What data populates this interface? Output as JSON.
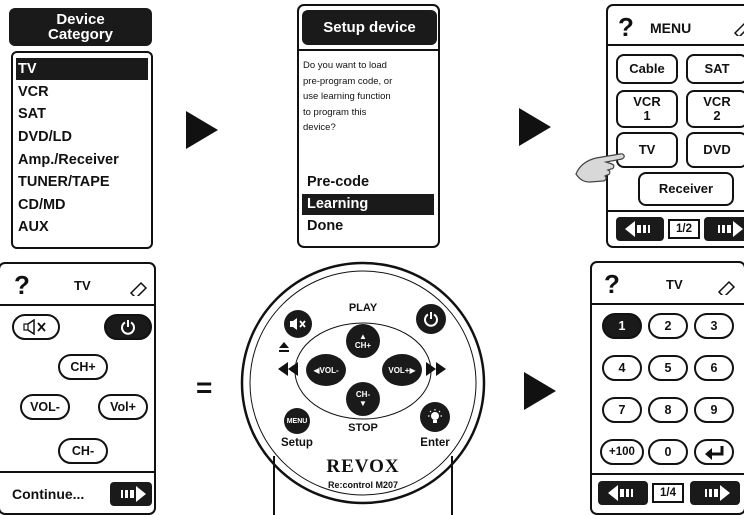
{
  "screen1": {
    "header": "Device Category",
    "items": [
      "TV",
      "VCR",
      "SAT",
      "DVD/LD",
      "Amp./Receiver",
      "TUNER/TAPE",
      "CD/MD",
      "AUX"
    ],
    "selected_index": 0
  },
  "screen2": {
    "header": "Setup device",
    "question_lines": [
      "Do you want to load",
      "pre-program code, or",
      "use learning function",
      "to program this",
      "device?"
    ],
    "options": [
      "Pre-code",
      "Learning",
      "Done"
    ],
    "selected_index": 1
  },
  "screen3": {
    "help": "?",
    "title": "MENU",
    "buttons": [
      "Cable",
      "SAT",
      "VCR 1",
      "VCR 2",
      "TV",
      "DVD",
      "Receiver"
    ],
    "pager": "1/2"
  },
  "screen4": {
    "help": "?",
    "title": "TV",
    "buttons": [
      "CH+",
      "VOL-",
      "Vol+",
      "CH-"
    ],
    "footer": "Continue..."
  },
  "equals": "=",
  "remote": {
    "labels": {
      "play": "PLAY",
      "stop": "STOP",
      "ch_up": "CH+",
      "ch_down": "CH-",
      "vol_down": "VOL-",
      "vol_up": "VOL+",
      "menu": "MENU",
      "setup": "Setup",
      "enter": "Enter",
      "brand": "REVOX",
      "model": "Re:control M207"
    }
  },
  "screen5": {
    "help": "?",
    "title": "TV",
    "keys": [
      "1",
      "2",
      "3",
      "4",
      "5",
      "6",
      "7",
      "8",
      "9",
      "+100",
      "0"
    ],
    "pager": "1/4"
  },
  "colors": {
    "ink": "#111111",
    "paper": "#ffffff",
    "hand": "#d8d8d8"
  }
}
